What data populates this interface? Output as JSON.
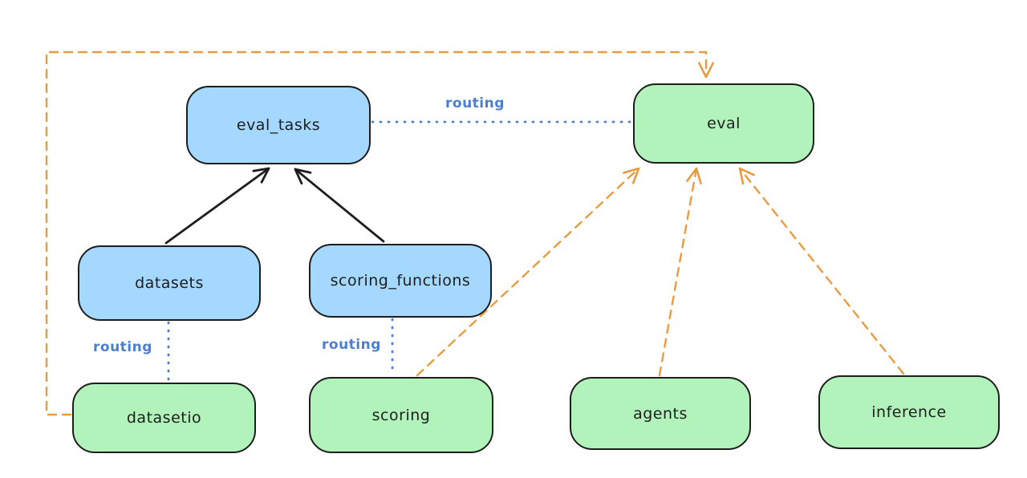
{
  "diagram": {
    "nodes": {
      "eval_tasks": {
        "label": "eval_tasks",
        "fill": "#a5d8ff"
      },
      "eval": {
        "label": "eval",
        "fill": "#b2f2bb"
      },
      "datasets": {
        "label": "datasets",
        "fill": "#a5d8ff"
      },
      "scoring_functions": {
        "label": "scoring_functions",
        "fill": "#a5d8ff"
      },
      "datasetio": {
        "label": "datasetio",
        "fill": "#b2f2bb"
      },
      "scoring": {
        "label": "scoring",
        "fill": "#b2f2bb"
      },
      "agents": {
        "label": "agents",
        "fill": "#b2f2bb"
      },
      "inference": {
        "label": "inference",
        "fill": "#b2f2bb"
      }
    },
    "edge_labels": {
      "eval_tasks_eval": "routing",
      "datasets_datasetio": "routing",
      "scoring_functions_scoring": "routing"
    },
    "edges": [
      {
        "from": "datasets",
        "to": "eval_tasks",
        "style": "solid-black-arrow"
      },
      {
        "from": "scoring_functions",
        "to": "eval_tasks",
        "style": "solid-black-arrow"
      },
      {
        "from": "eval_tasks",
        "to": "eval",
        "style": "blue-dotted",
        "label": "routing"
      },
      {
        "from": "datasets",
        "to": "datasetio",
        "style": "blue-dotted",
        "label": "routing"
      },
      {
        "from": "scoring_functions",
        "to": "scoring",
        "style": "blue-dotted",
        "label": "routing"
      },
      {
        "from": "datasetio",
        "to": "eval",
        "style": "orange-dashed-arrow"
      },
      {
        "from": "scoring",
        "to": "eval",
        "style": "orange-dashed-arrow"
      },
      {
        "from": "agents",
        "to": "eval",
        "style": "orange-dashed-arrow"
      },
      {
        "from": "inference",
        "to": "eval",
        "style": "orange-dashed-arrow"
      }
    ],
    "colors": {
      "node_border": "#1e1e1e",
      "blue_node_fill": "#a5d8ff",
      "green_node_fill": "#b2f2bb",
      "solid_arrow": "#1e1e1e",
      "routing_line": "#4a7fd1",
      "provider_arrow": "#e99b3d",
      "background": "#ffffff"
    }
  }
}
